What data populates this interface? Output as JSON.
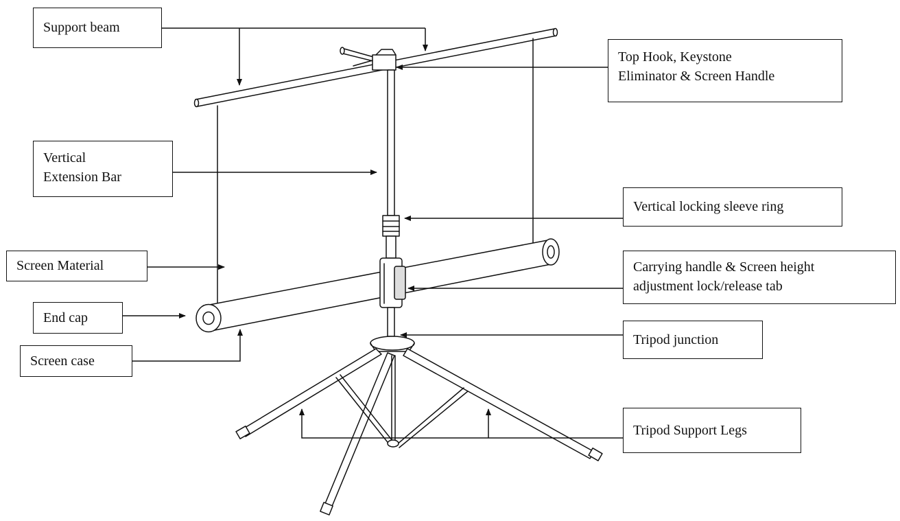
{
  "labels": {
    "support_beam": "Support beam",
    "top_hook_line1": "Top Hook, Keystone",
    "top_hook_line2": "Eliminator & Screen Handle",
    "vertical_bar_line1": "Vertical",
    "vertical_bar_line2": "Extension Bar",
    "locking_ring": "Vertical locking sleeve ring",
    "screen_material": "Screen Material",
    "carrying_line1": "Carrying handle & Screen height",
    "carrying_line2": "adjustment lock/release tab",
    "end_cap": "End cap",
    "tripod_junction": "Tripod junction",
    "screen_case": "Screen case",
    "support_legs": "Tripod Support Legs"
  },
  "colors": {
    "line": "#111111",
    "background": "#ffffff"
  }
}
